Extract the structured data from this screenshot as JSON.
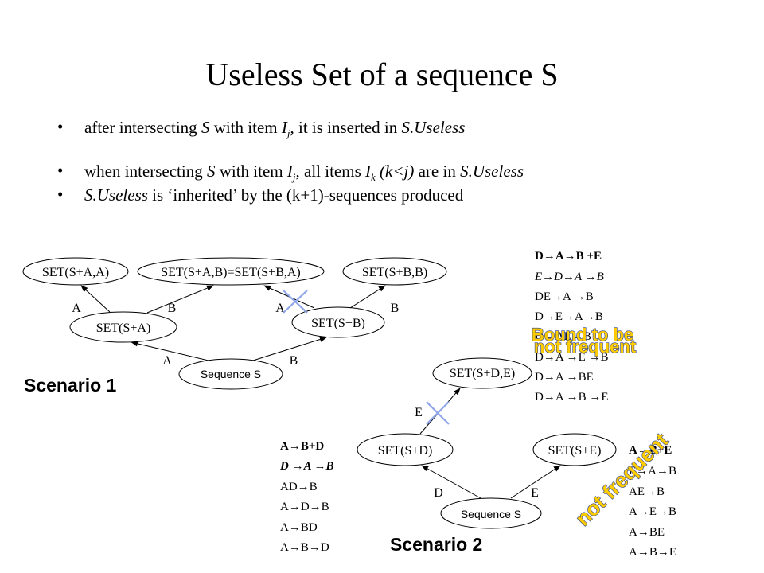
{
  "slide": {
    "title": "Useless Set of a sequence S",
    "bullets": [
      {
        "pre": "after intersecting ",
        "S": "S",
        "mid": " with item ",
        "I": "I",
        "sub": "j",
        "post": ", it is inserted in ",
        "useless": "S.Useless"
      },
      {
        "pre": "when intersecting ",
        "S": "S",
        "mid": " with item ",
        "I": "I",
        "sub": "j",
        "post": ", all items ",
        "I2": "I",
        "sub2": "k",
        "paren": " (k<j)",
        "tail": "  are in ",
        "useless": "S.Useless"
      },
      {
        "useless": "S.Useless",
        "post": " is ‘inherited’ by the (k+1)-sequences produced"
      }
    ]
  },
  "scenario1": {
    "label": "Scenario 1",
    "nodes": {
      "set_aa": "SET(S+A,A)",
      "set_ab": "SET(S+A,B)=SET(S+B,A)",
      "set_bb": "SET(S+B,B)",
      "set_a": "SET(S+A)",
      "set_b": "SET(S+B)",
      "seq": "Sequence S"
    },
    "edges": {
      "a1": "A",
      "b1": "B",
      "a2": "A",
      "b2": "B",
      "a3": "A",
      "b3": "B"
    }
  },
  "scenario2": {
    "label": "Scenario 2",
    "nodes": {
      "set_de": "SET(S+D,E)",
      "set_d": "SET(S+D)",
      "set_e": "SET(S+E)",
      "seq": "Sequence S"
    },
    "edges": {
      "e1": "E",
      "d": "D",
      "e2": "E"
    }
  },
  "annotations": {
    "bound": [
      "Bound to be",
      "not frequent"
    ],
    "not_frequent": "not frequent"
  },
  "lists": {
    "top_right": [
      "D→A→B +E",
      "E→D→A →B",
      "DE→A →B",
      "D→E→A→B",
      "D→AE→B",
      "D→A →E →B",
      "D→A →BE",
      "D→A →B →E"
    ],
    "left": [
      "A→B+D",
      "D →A →B",
      "AD→B",
      "A→D→B",
      "A→BD",
      "A→B→D"
    ],
    "right": [
      "A→B+E",
      "E→A→B",
      "AE→B",
      "A→E→B",
      "A→BE",
      "A→B→E"
    ]
  }
}
